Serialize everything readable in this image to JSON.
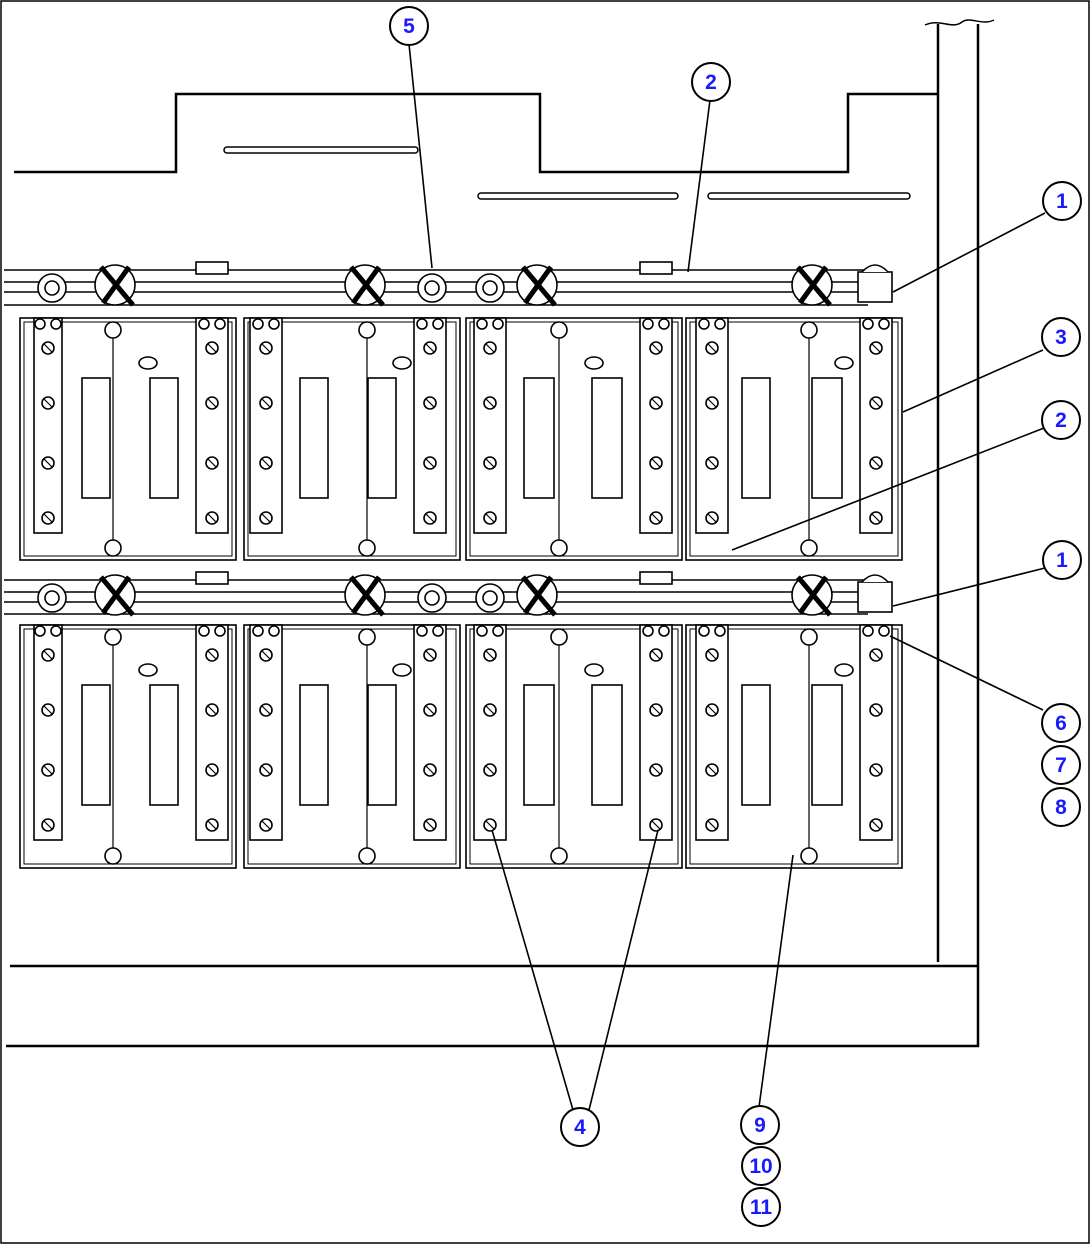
{
  "callouts": [
    {
      "label": "5"
    },
    {
      "label": "2"
    },
    {
      "label": "1"
    },
    {
      "label": "3"
    },
    {
      "label": "2"
    },
    {
      "label": "1"
    },
    {
      "label": "6"
    },
    {
      "label": "7"
    },
    {
      "label": "8"
    },
    {
      "label": "4"
    },
    {
      "label": "9"
    },
    {
      "label": "10"
    },
    {
      "label": "11"
    }
  ]
}
